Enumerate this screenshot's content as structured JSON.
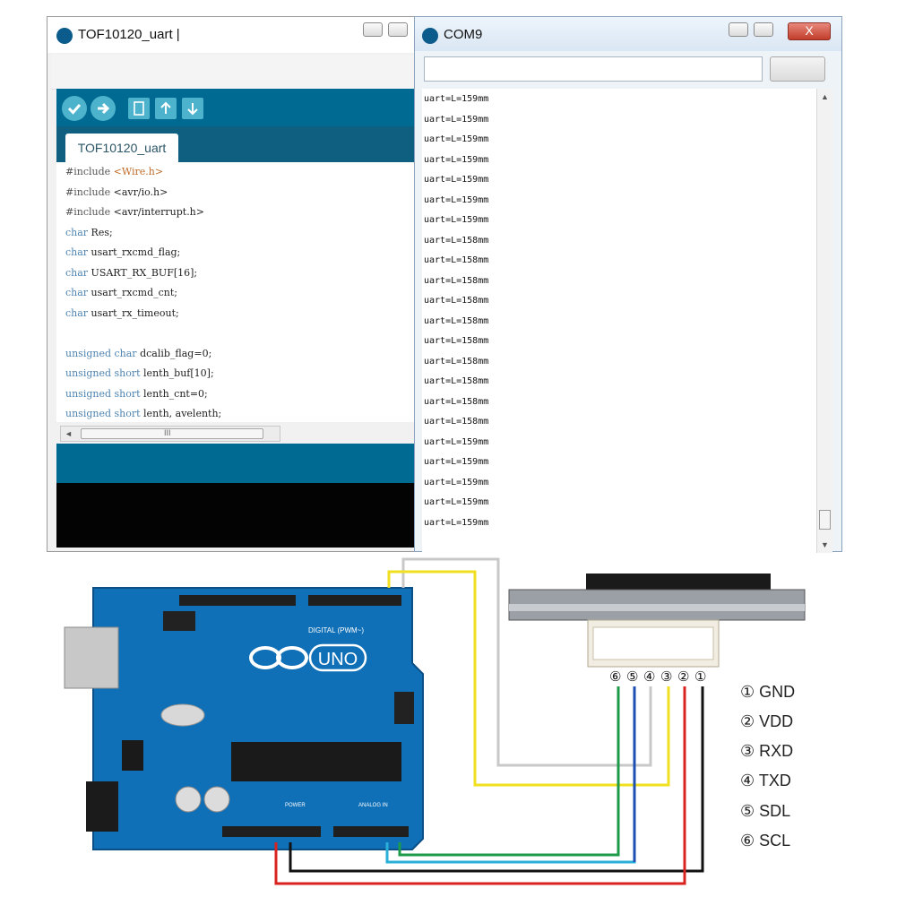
{
  "ide": {
    "title": "TOF10120_uart |",
    "tab_label": "TOF10120_uart",
    "code_lines": [
      {
        "kw": "",
        "inc": "#include ",
        "lib": "<Wire.h>",
        "rest": ""
      },
      {
        "kw": "",
        "inc": "#include ",
        "lib": "",
        "rest": "<avr/io.h>"
      },
      {
        "kw": "",
        "inc": "#include ",
        "lib": "",
        "rest": "<avr/interrupt.h>"
      },
      {
        "kw": "char",
        "inc": "",
        "lib": "",
        "rest": " Res;"
      },
      {
        "kw": "char",
        "inc": "",
        "lib": "",
        "rest": " usart_rxcmd_flag;"
      },
      {
        "kw": "char",
        "inc": "",
        "lib": "",
        "rest": " USART_RX_BUF[16];"
      },
      {
        "kw": "char",
        "inc": "",
        "lib": "",
        "rest": " usart_rxcmd_cnt;"
      },
      {
        "kw": "char",
        "inc": "",
        "lib": "",
        "rest": " usart_rx_timeout;"
      },
      {
        "kw": "",
        "inc": "",
        "lib": "",
        "rest": ""
      },
      {
        "kw": "unsigned char",
        "inc": "",
        "lib": "",
        "rest": " dcalib_flag=0;"
      },
      {
        "kw": "unsigned short",
        "inc": "",
        "lib": "",
        "rest": " lenth_buf[10];"
      },
      {
        "kw": "unsigned short",
        "inc": "",
        "lib": "",
        "rest": " lenth_cnt=0;"
      },
      {
        "kw": "unsigned short",
        "inc": "",
        "lib": "",
        "rest": " lenth, avelenth;"
      }
    ],
    "scroll_thumb_label": "III"
  },
  "com": {
    "title": "COM9",
    "close_label": "X",
    "output_lines": [
      "uart=L=159mm",
      "uart=L=159mm",
      "uart=L=159mm",
      "uart=L=159mm",
      "uart=L=159mm",
      "uart=L=159mm",
      "uart=L=159mm",
      "uart=L=158mm",
      "uart=L=158mm",
      "uart=L=158mm",
      "uart=L=158mm",
      "uart=L=158mm",
      "uart=L=158mm",
      "uart=L=158mm",
      "uart=L=158mm",
      "uart=L=158mm",
      "uart=L=158mm",
      "uart=L=159mm",
      "uart=L=159mm",
      "uart=L=159mm",
      "uart=L=159mm",
      "uart=L=159mm"
    ]
  },
  "diagram": {
    "board_label": "UNO",
    "digital_label": "DIGITAL (PWM~)",
    "power_label": "POWER",
    "analog_label": "ANALOG IN",
    "pin_numbers": [
      "⑥",
      "⑤",
      "④",
      "③",
      "②",
      "①"
    ],
    "legend": [
      {
        "num": "①",
        "name": "GND"
      },
      {
        "num": "②",
        "name": "VDD"
      },
      {
        "num": "③",
        "name": "RXD"
      },
      {
        "num": "④",
        "name": "TXD"
      },
      {
        "num": "⑤",
        "name": "SDL"
      },
      {
        "num": "⑥",
        "name": "SCL"
      }
    ],
    "wire_colors": {
      "gnd": "#111111",
      "vdd": "#d8231f",
      "rxd": "#f0e020",
      "txd": "#c8c8c8",
      "sdl": "#1e50b4",
      "scl": "#1d9a4a",
      "cyan": "#2ab0d8"
    }
  }
}
